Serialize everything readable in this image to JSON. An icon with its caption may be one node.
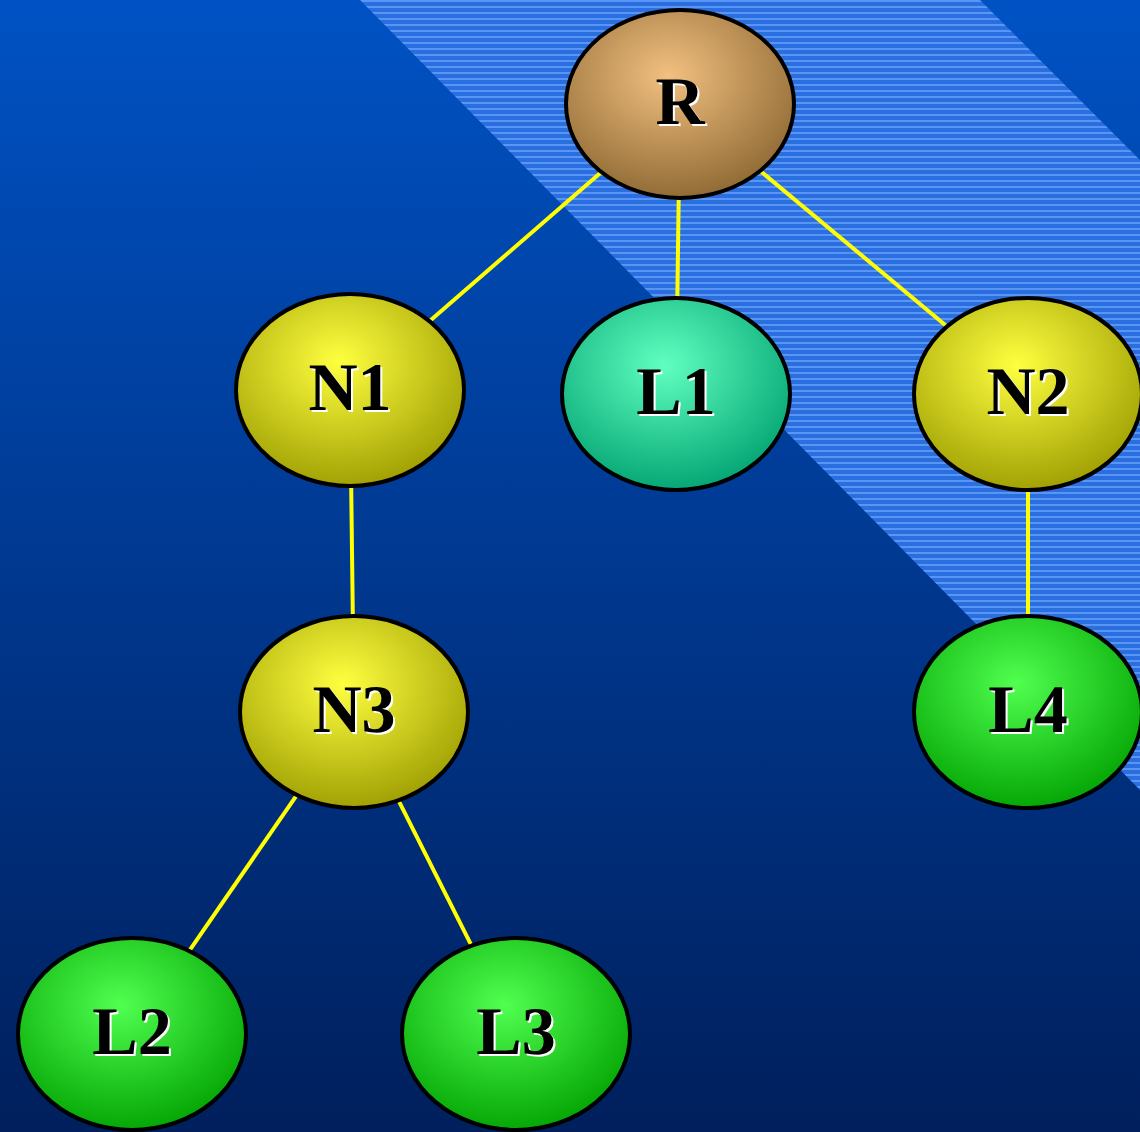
{
  "diagram": {
    "nodes": [
      {
        "text": [
          "R"
        ]
      },
      {
        "text": [
          "N1"
        ]
      },
      {
        "text": [
          "L1"
        ]
      },
      {
        "text": [
          "N2"
        ]
      },
      {
        "text": [
          "N3"
        ]
      },
      {
        "text": [
          "L4"
        ]
      },
      {
        "text": [
          "L2"
        ]
      },
      {
        "text": [
          "L3"
        ]
      }
    ],
    "edges": [
      {
        "from": 0,
        "to": 1,
        "arrow": "none"
      },
      {
        "from": 0,
        "to": 2,
        "arrow": "none"
      },
      {
        "from": 0,
        "to": 3,
        "arrow": "none"
      },
      {
        "from": 1,
        "to": 4,
        "arrow": "none"
      },
      {
        "from": 3,
        "to": 5,
        "arrow": "none"
      },
      {
        "from": 4,
        "to": 6,
        "arrow": "none"
      },
      {
        "from": 4,
        "to": 7,
        "arrow": "none"
      }
    ]
  }
}
